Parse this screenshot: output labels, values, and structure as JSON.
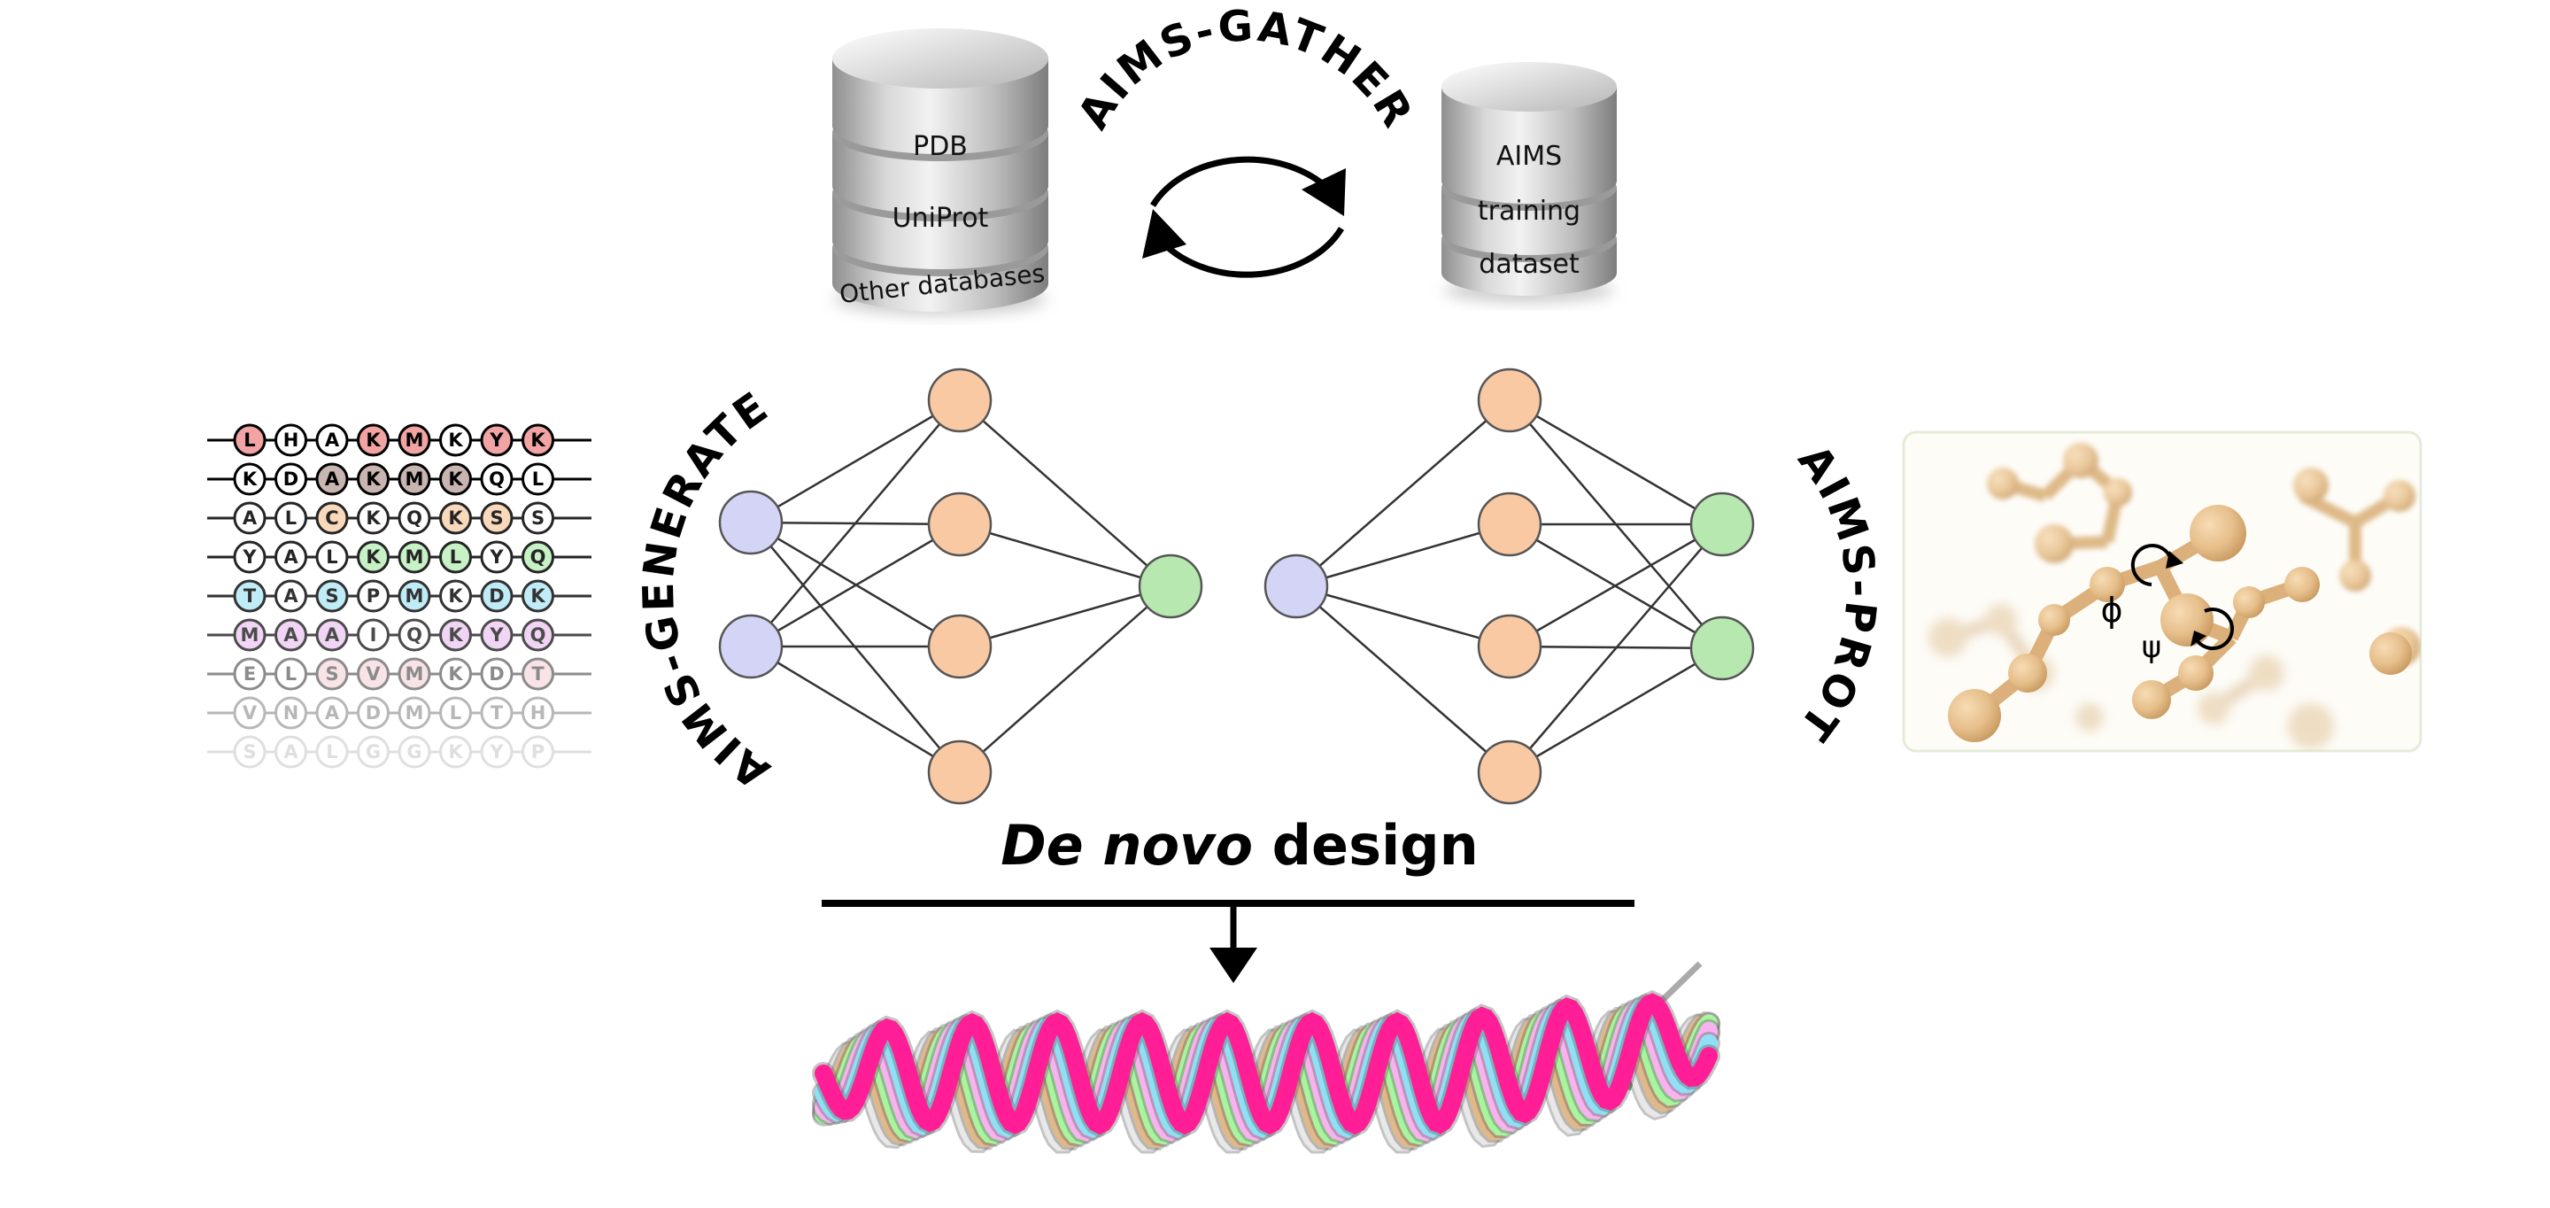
{
  "databases": {
    "sources": [
      "PDB",
      "UniProt",
      "Other databases"
    ],
    "target": [
      "AIMS",
      "training",
      "dataset"
    ]
  },
  "labels": {
    "gather": "AIMS-GATHER",
    "generate": "AIMS-GENERATE",
    "prot": "AIMS-PROT"
  },
  "design": {
    "italic": "De novo",
    "rest": " design"
  },
  "angles": {
    "phi": "ϕ",
    "psi": "ψ"
  },
  "sequences": [
    {
      "opacity": 1.0,
      "residues": [
        "L",
        "H",
        "A",
        "K",
        "M",
        "K",
        "Y",
        "K"
      ],
      "colors": [
        "#f2a3a3",
        "#ffffff",
        "#ffffff",
        "#f2a3a3",
        "#f2a3a3",
        "#ffffff",
        "#f2a3a3",
        "#f2a3a3"
      ]
    },
    {
      "opacity": 1.0,
      "residues": [
        "K",
        "D",
        "A",
        "K",
        "M",
        "K",
        "Q",
        "L"
      ],
      "colors": [
        "#ffffff",
        "#ffffff",
        "#c8b4b0",
        "#c8b4b0",
        "#c8b4b0",
        "#c8b4b0",
        "#ffffff",
        "#ffffff"
      ]
    },
    {
      "opacity": 0.85,
      "residues": [
        "A",
        "L",
        "C",
        "K",
        "Q",
        "K",
        "S",
        "S"
      ],
      "colors": [
        "#ffffff",
        "#ffffff",
        "#f9d3b0",
        "#ffffff",
        "#ffffff",
        "#f9d3b0",
        "#f9d3b0",
        "#ffffff"
      ]
    },
    {
      "opacity": 0.85,
      "residues": [
        "Y",
        "A",
        "L",
        "K",
        "M",
        "L",
        "Y",
        "Q"
      ],
      "colors": [
        "#ffffff",
        "#ffffff",
        "#ffffff",
        "#bdf0bd",
        "#bdf0bd",
        "#bdf0bd",
        "#ffffff",
        "#bdf0bd"
      ]
    },
    {
      "opacity": 0.8,
      "residues": [
        "T",
        "A",
        "S",
        "P",
        "M",
        "K",
        "D",
        "K"
      ],
      "colors": [
        "#b0e8f5",
        "#ffffff",
        "#b0e8f5",
        "#ffffff",
        "#b0e8f5",
        "#ffffff",
        "#b0e8f5",
        "#b0e8f5"
      ]
    },
    {
      "opacity": 0.7,
      "residues": [
        "M",
        "A",
        "A",
        "I",
        "Q",
        "K",
        "Y",
        "Q"
      ],
      "colors": [
        "#ecc4f0",
        "#ecc4f0",
        "#ecc4f0",
        "#ffffff",
        "#ffffff",
        "#ecc4f0",
        "#ecc4f0",
        "#ecc4f0"
      ]
    },
    {
      "opacity": 0.45,
      "residues": [
        "E",
        "L",
        "S",
        "V",
        "M",
        "K",
        "D",
        "T"
      ],
      "colors": [
        "#ffffff",
        "#ffffff",
        "#f0c4cc",
        "#f0c4cc",
        "#f0c4cc",
        "#ffffff",
        "#ffffff",
        "#f0c4cc"
      ]
    },
    {
      "opacity": 0.28,
      "residues": [
        "V",
        "N",
        "A",
        "D",
        "M",
        "L",
        "T",
        "H"
      ],
      "colors": [
        "#ffffff",
        "#ffffff",
        "#ffffff",
        "#ffffff",
        "#ffffff",
        "#ffffff",
        "#ffffff",
        "#ffffff"
      ]
    },
    {
      "opacity": 0.12,
      "residues": [
        "S",
        "A",
        "L",
        "G",
        "G",
        "K",
        "Y",
        "P"
      ],
      "colors": [
        "#ffffff",
        "#ffffff",
        "#ffffff",
        "#ffffff",
        "#ffffff",
        "#ffffff",
        "#ffffff",
        "#ffffff"
      ]
    }
  ],
  "colors": {
    "input_node": "#d4d4f7",
    "hidden_node": "#f9c9a3",
    "output_node": "#b7e8b0",
    "ball": "#e8c08f",
    "helix": [
      "#ff1e96",
      "#8fe0f5",
      "#f7b3ef",
      "#a8f5a0",
      "#e0b98a",
      "#e8e8e8"
    ]
  }
}
